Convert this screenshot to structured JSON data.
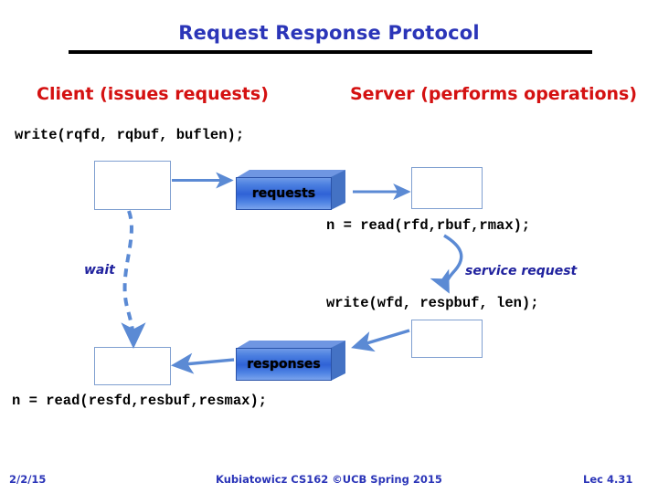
{
  "slide": {
    "title": "Request Response Protocol",
    "headers": {
      "client": "Client (issues requests)",
      "server": "Server (performs operations)"
    },
    "code_lines": {
      "client_write": "write(rqfd, rqbuf, buflen);",
      "server_read": "n = read(rfd,rbuf,rmax);",
      "server_write": "write(wfd, respbuf, len);",
      "client_read": "n = read(resfd,resbuf,resmax);"
    },
    "annotations": {
      "wait": "wait",
      "service_request": "service request"
    },
    "channels": {
      "requests": "requests",
      "responses": "responses"
    },
    "colors": {
      "title_blue": "#2b35b8",
      "header_red": "#d41111",
      "annotation_blue": "#20229e",
      "arrow_blue": "#5b8ad4",
      "box_border_blue": "#7f9fd0",
      "channel_blue": "#2f62d6",
      "channel_side_blue": "#4472c4",
      "rule_black": "#000000"
    }
  },
  "footer": {
    "date": "2/2/15",
    "center": "Kubiatowicz CS162 ©UCB Spring 2015",
    "lecture": "Lec 4.31"
  }
}
